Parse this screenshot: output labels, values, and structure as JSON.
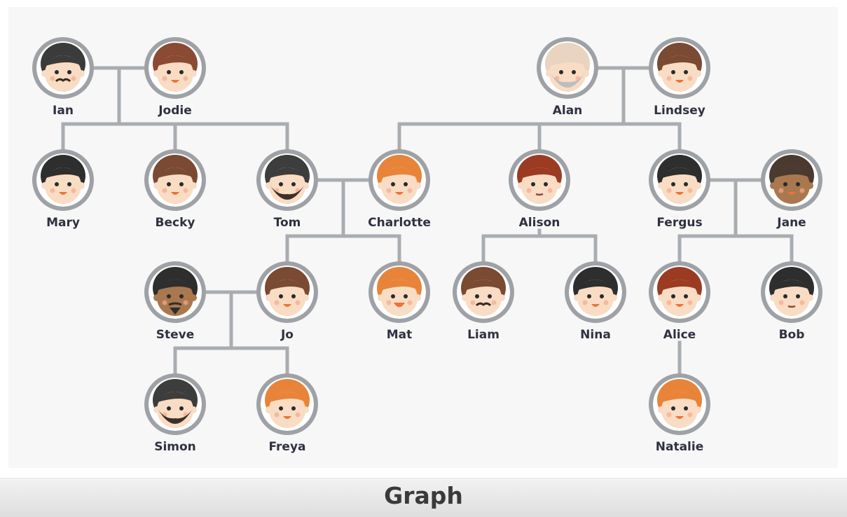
{
  "caption": "Graph",
  "colors": {
    "edge": "#a9adb2",
    "ring": "#9ea2a7",
    "skin": "#f9dcc4",
    "skin_dark": "#a9784f",
    "mouth": "#e8743b",
    "label": "#2f3140"
  },
  "people": [
    {
      "id": "ian",
      "name": "Ian",
      "hair": "#3b3b3b",
      "skin": "light",
      "face": "mustache"
    },
    {
      "id": "jodie",
      "name": "Jodie",
      "hair": "#8b4a34",
      "skin": "light",
      "face": "smile"
    },
    {
      "id": "alan",
      "name": "Alan",
      "hair": "#e8d4c0",
      "skin": "light",
      "face": "beard-grey"
    },
    {
      "id": "lindsey",
      "name": "Lindsey",
      "hair": "#7a4a33",
      "skin": "light",
      "face": "smile"
    },
    {
      "id": "mary",
      "name": "Mary",
      "hair": "#2e2e2e",
      "skin": "light",
      "face": "smile"
    },
    {
      "id": "becky",
      "name": "Becky",
      "hair": "#7a4a33",
      "skin": "light",
      "face": "smile"
    },
    {
      "id": "tom",
      "name": "Tom",
      "hair": "#3d3d3d",
      "skin": "light",
      "face": "beard"
    },
    {
      "id": "charlotte",
      "name": "Charlotte",
      "hair": "#e8843a",
      "skin": "light",
      "face": "smile"
    },
    {
      "id": "alison",
      "name": "Alison",
      "hair": "#9b3c22",
      "skin": "light",
      "face": "neutral"
    },
    {
      "id": "fergus",
      "name": "Fergus",
      "hair": "#2e2e2e",
      "skin": "light",
      "face": "smile"
    },
    {
      "id": "jane",
      "name": "Jane",
      "hair": "#4a3a2f",
      "skin": "dark",
      "face": "smile"
    },
    {
      "id": "steve",
      "name": "Steve",
      "hair": "#2e2e2e",
      "skin": "dark",
      "face": "goatee"
    },
    {
      "id": "jo",
      "name": "Jo",
      "hair": "#7a4a33",
      "skin": "light",
      "face": "smile"
    },
    {
      "id": "mat",
      "name": "Mat",
      "hair": "#e8843a",
      "skin": "light",
      "face": "grin"
    },
    {
      "id": "liam",
      "name": "Liam",
      "hair": "#7a4a33",
      "skin": "light",
      "face": "mustache"
    },
    {
      "id": "nina",
      "name": "Nina",
      "hair": "#2e2e2e",
      "skin": "light",
      "face": "smile"
    },
    {
      "id": "alice",
      "name": "Alice",
      "hair": "#9b3c22",
      "skin": "light",
      "face": "smile"
    },
    {
      "id": "bob",
      "name": "Bob",
      "hair": "#2e2e2e",
      "skin": "light",
      "face": "neutral"
    },
    {
      "id": "simon",
      "name": "Simon",
      "hair": "#3d3d3d",
      "skin": "light",
      "face": "beard"
    },
    {
      "id": "freya",
      "name": "Freya",
      "hair": "#e8843a",
      "skin": "light",
      "face": "smile"
    },
    {
      "id": "natalie",
      "name": "Natalie",
      "hair": "#e8843a",
      "skin": "light",
      "face": "smile"
    }
  ],
  "couples": [
    {
      "partners": [
        "ian",
        "jodie"
      ],
      "children": [
        "mary",
        "becky",
        "tom"
      ]
    },
    {
      "partners": [
        "alan",
        "lindsey"
      ],
      "children": [
        "charlotte",
        "alison",
        "fergus"
      ]
    },
    {
      "partners": [
        "tom",
        "charlotte"
      ],
      "children": [
        "jo",
        "mat"
      ]
    },
    {
      "partners": [
        "fergus",
        "jane"
      ],
      "children": [
        "alice",
        "bob"
      ]
    },
    {
      "partners": [
        "steve",
        "jo"
      ],
      "children": [
        "simon",
        "freya"
      ]
    },
    {
      "partners": [
        "alison"
      ],
      "children": [
        "liam",
        "nina"
      ]
    },
    {
      "partners": [
        "alice"
      ],
      "children": [
        "natalie"
      ]
    }
  ]
}
